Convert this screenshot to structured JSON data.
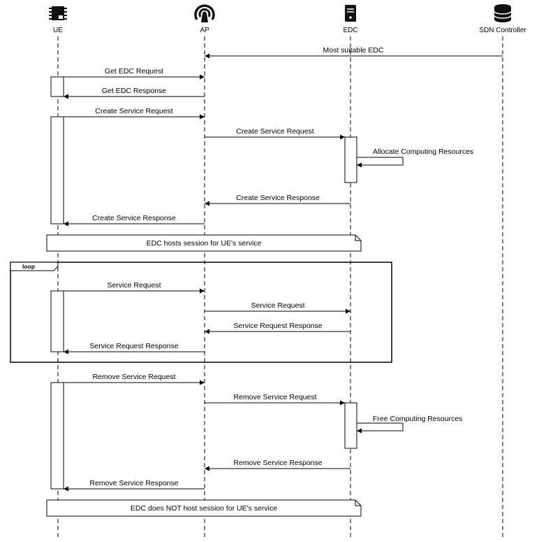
{
  "actors": [
    {
      "id": "ue",
      "label": "UE",
      "icon": "chip-icon"
    },
    {
      "id": "ap",
      "label": "AP",
      "icon": "wifi-access-point-icon"
    },
    {
      "id": "edc",
      "label": "EDC",
      "icon": "server-icon"
    },
    {
      "id": "sdn",
      "label": "SDN Controller",
      "icon": "database-icon"
    }
  ],
  "messages": [
    {
      "from": "sdn",
      "to": "ap",
      "label": "Most suitable EDC"
    },
    {
      "from": "ue",
      "to": "ap",
      "label": "Get EDC Request"
    },
    {
      "from": "ap",
      "to": "ue",
      "label": "Get EDC Response"
    },
    {
      "from": "ue",
      "to": "ap",
      "label": "Create Service Request"
    },
    {
      "from": "ap",
      "to": "edc",
      "label": "Create Service Request"
    },
    {
      "from": "edc",
      "to": "edc",
      "label": "Allocate Computing Resources"
    },
    {
      "from": "edc",
      "to": "ap",
      "label": "Create Service Response"
    },
    {
      "from": "ap",
      "to": "ue",
      "label": "Create Service Response"
    },
    {
      "from": "ue",
      "to": "ap",
      "label": "Service Request"
    },
    {
      "from": "ap",
      "to": "edc",
      "label": "Service Request"
    },
    {
      "from": "edc",
      "to": "ap",
      "label": "Service Request Response"
    },
    {
      "from": "ap",
      "to": "ue",
      "label": "Service Request Response"
    },
    {
      "from": "ue",
      "to": "ap",
      "label": "Remove Service Request"
    },
    {
      "from": "ap",
      "to": "edc",
      "label": "Remove Service Request"
    },
    {
      "from": "edc",
      "to": "edc",
      "label": "Free Computing Resources"
    },
    {
      "from": "edc",
      "to": "ap",
      "label": "Remove Service Response"
    },
    {
      "from": "ap",
      "to": "ue",
      "label": "Remove Service Response"
    }
  ],
  "notes": [
    {
      "label": "EDC hosts session for UE's service"
    },
    {
      "label": "EDC does NOT host session for UE's service"
    }
  ],
  "loop": {
    "label": "loop"
  },
  "colors": {
    "line": "#000000",
    "background": "#ffffff"
  }
}
